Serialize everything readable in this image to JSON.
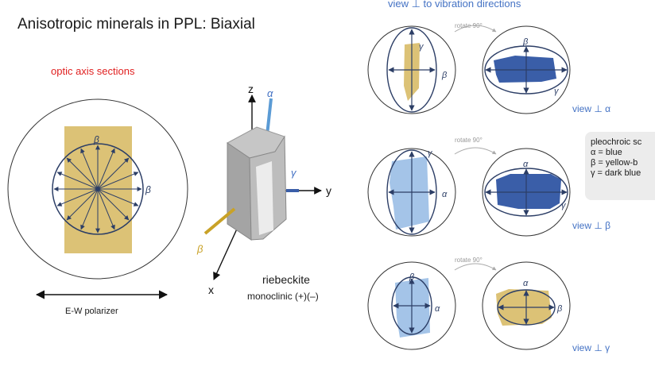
{
  "title": "Anisotropic minerals in PPL: Biaxial",
  "top_caption": "view ⊥ to vibration directions",
  "optic_axis_label": "optic axis sections",
  "polarizer_label": "E-W polarizer",
  "mineral": {
    "name": "riebeckite",
    "system": "monoclinic (+)(–)"
  },
  "greek": {
    "alpha": "α",
    "beta": "β",
    "gamma": "γ"
  },
  "axes": {
    "x": "x",
    "y": "y",
    "z": "z"
  },
  "rotate_label": "rotate 90°",
  "views": [
    "view ⊥ α",
    "view ⊥ β",
    "view ⊥ γ"
  ],
  "pleochroic": {
    "heading": "pleochroic sc",
    "lines": [
      "α = blue",
      "β = yellow-b",
      "γ = dark blue"
    ]
  },
  "colors": {
    "tan": "#dcc276",
    "light_blue": "#a4c4e8",
    "dark_blue": "#3a5ea8",
    "line": "#2c3e66",
    "caption_blue": "#4472c4",
    "red_label": "#e02020",
    "pleo_box_bg": "#ececec"
  }
}
